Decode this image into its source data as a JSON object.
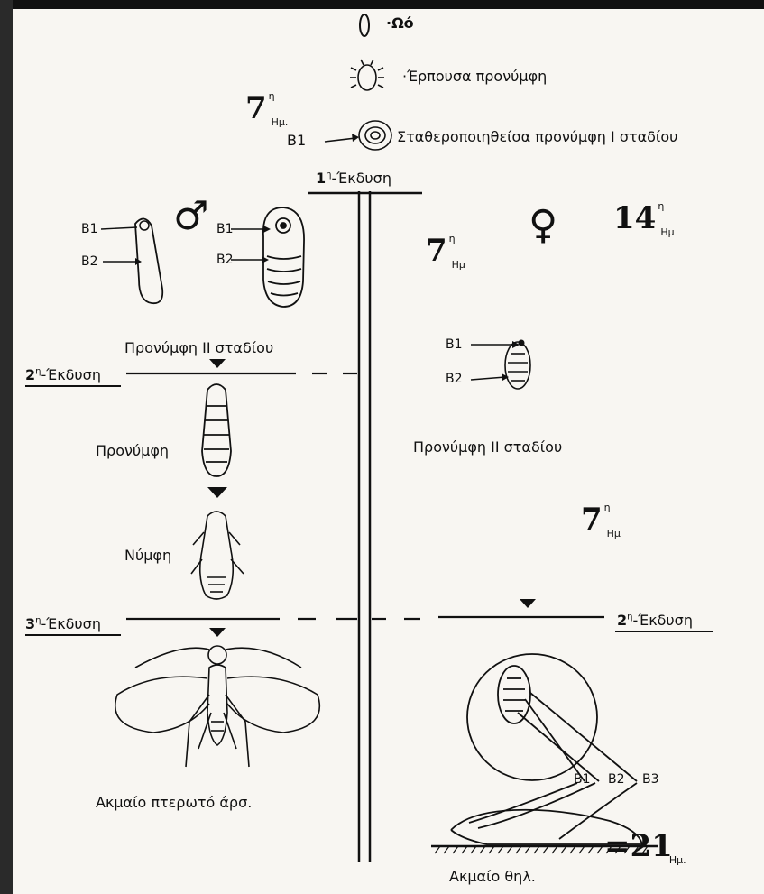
{
  "legend": {
    "egg": "·Ωό",
    "crawler": "·Έρπουσα προνύμφη",
    "settled": "Σταθεροποιηθείσα προνύμφη Ι σταδίου",
    "settled_b1": "B1"
  },
  "molts": {
    "first": "1",
    "first_suffix": "η",
    "first_label": "-Έκδυση",
    "male_second": "2",
    "male_second_suffix": "η",
    "male_second_label": "-Έκδυση",
    "male_third": "3",
    "male_third_suffix": "η",
    "male_third_label": "-Έκδυση",
    "female_second": "2",
    "female_second_suffix": "η",
    "female_second_label": "-Έκδυση"
  },
  "days": {
    "top": {
      "num": "7",
      "sup": "η",
      "sub": "Ημ."
    },
    "female_a": {
      "num": "7",
      "sup": "η",
      "sub": "Ημ"
    },
    "female_b": {
      "num": "14",
      "sup": "η",
      "sub": "Ημ"
    },
    "female_c": {
      "num": "7",
      "sup": "η",
      "sub": "Ημ"
    },
    "final": {
      "num": "=21",
      "sub": "Ημ."
    }
  },
  "symbols": {
    "male": "♂",
    "female": "♀"
  },
  "male": {
    "b1_a": "B1",
    "b2_a": "B2",
    "b1_b": "B1",
    "b2_b": "B2",
    "stage2": "Προνύμφη ΙΙ σταδίου",
    "prepupa": "Προνύμφη",
    "pupa": "Νύμφη",
    "adult": "Ακμαίο πτερωτό άρσ."
  },
  "female": {
    "b1": "B1",
    "b2": "B2",
    "stage2": "Προνύμφη ΙΙ σταδίου",
    "adult": "Ακμαίο θηλ.",
    "shell_b1": "B1",
    "shell_b2": "B2",
    "shell_b3": "B3"
  }
}
